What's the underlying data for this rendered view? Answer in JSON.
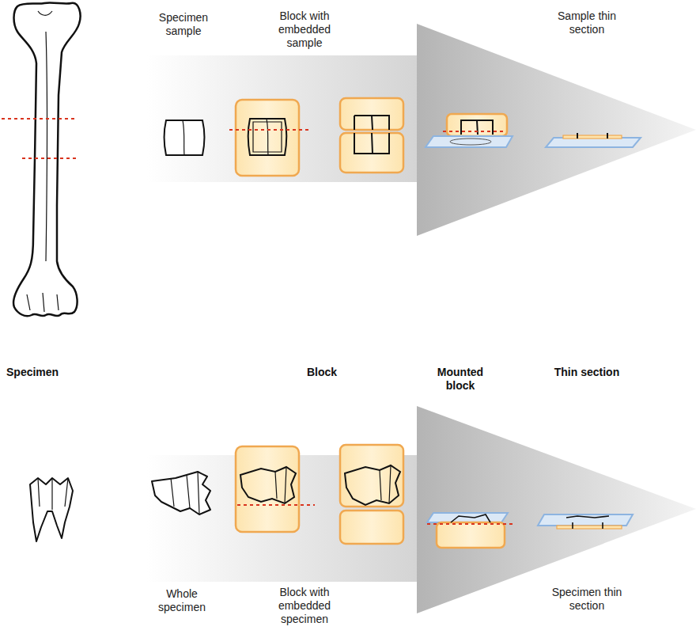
{
  "diagram": {
    "labels": [
      "Specimen sample",
      "Block with embedded sample",
      "Sample thin section",
      "Specimen",
      "Block",
      "Mounted block",
      "Thin section",
      "Whole specimen",
      "Block with embedded specimen",
      "Specimen thin section"
    ]
  }
}
